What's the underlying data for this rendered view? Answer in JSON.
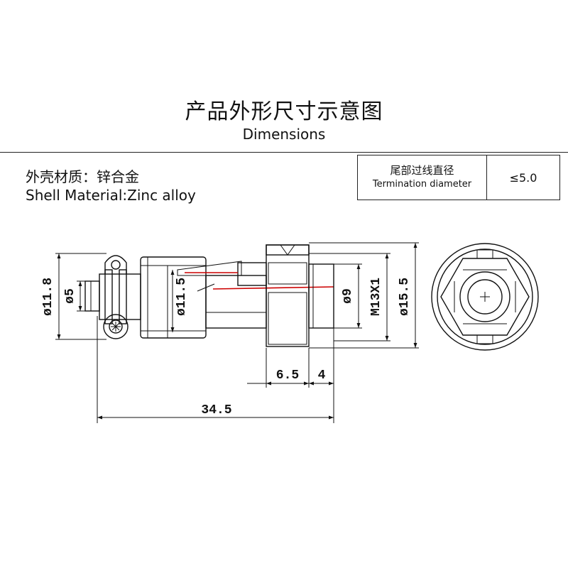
{
  "header": {
    "title_cn": "产品外形尺寸示意图",
    "title_en": "Dimensions"
  },
  "material": {
    "cn": "外壳材质：锌合金",
    "en": "Shell Material:Zinc alloy"
  },
  "spec": {
    "label_cn": "尾部过线直径",
    "label_en": "Termination diameter",
    "value": "≤5.0"
  },
  "dimensions": {
    "d_shell": "ø11.8",
    "d_pin": "ø5",
    "d_body": "ø11.5",
    "d_tube": "ø9",
    "thread": "M13X1",
    "d_nut": "ø15.5",
    "len_nut": "6.5",
    "len_tail": "4",
    "len_total": "34.5"
  },
  "colors": {
    "line": "#111111",
    "wire": "#cc0000",
    "background": "#ffffff"
  }
}
